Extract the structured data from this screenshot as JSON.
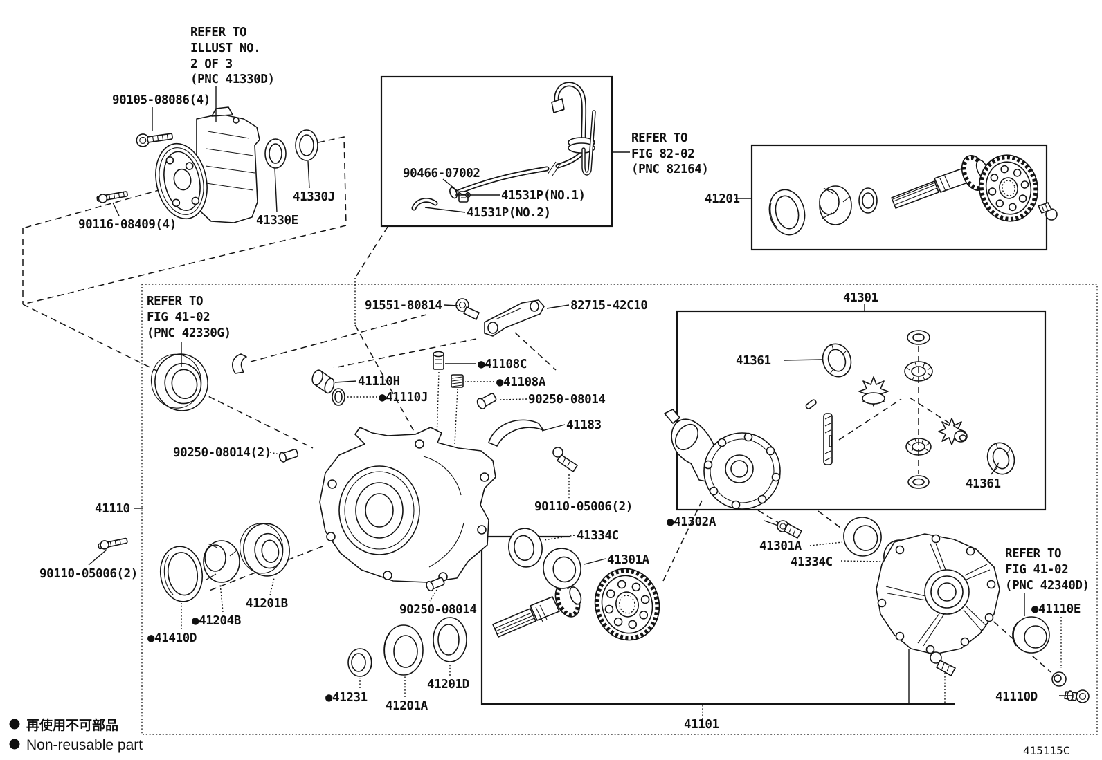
{
  "figure": {
    "code": "415115C"
  },
  "legend": {
    "bullet": "●",
    "jp": "再使用不可部品",
    "en": "Non-reusable part"
  },
  "ref_notes": {
    "illust": {
      "lines": [
        "REFER TO",
        "ILLUST NO.",
        "2 OF 3",
        "(PNC 41330D)"
      ]
    },
    "fig8202": {
      "lines": [
        "REFER TO",
        "FIG 82-02",
        "(PNC 82164)"
      ]
    },
    "fig4102g": {
      "lines": [
        "REFER TO",
        "FIG 41-02",
        "(PNC 42330G)"
      ]
    },
    "fig4102d": {
      "lines": [
        "REFER TO",
        "FIG 41-02",
        "(PNC 42340D)"
      ]
    }
  },
  "parts": {
    "coupling_bolt": "90105-08086(4)",
    "coupling_stud": "90116-08409(4)",
    "seal_41330J": "41330J",
    "seal_41330E": "41330E",
    "clamp_90466": "90466-07002",
    "breather_tube_no1": "41531P(NO.1)",
    "breather_hose_no2": "41531P(NO.2)",
    "final_gear_kit": "41201",
    "bolt_91551": "91551-80814",
    "arm_82715": "82715-42C10",
    "vent_41108C": "●41108C",
    "vent_41108A": "●41108A",
    "plug_41110H": "41110H",
    "ring_41110J": "●41110J",
    "plug_90250_top": "90250-08014",
    "deflector_41183": "41183",
    "plug_90250_left": "90250-08014(2)",
    "carrier_41110": "41110",
    "stud_90110_left": "90110-05006(2)",
    "stud_90110_center": "90110-05006(2)",
    "bearing_41201B": "41201B",
    "nut_41204B": "●41204B",
    "seal_41410D": "●41410D",
    "seal_41231": "●41231",
    "bearing_41201A": "41201A",
    "seal_41201D": "41201D",
    "plug_90250_bottom": "90250-08014",
    "seal_41334C_left": "41334C",
    "bearing_41301A_left": "41301A",
    "diff_case_kit": "41301",
    "washer_41361_left": "41361",
    "washer_41361_right": "41361",
    "bolt_41302A": "●41302A",
    "bearing_41301A_right": "41301A",
    "seal_41334C_right": "41334C",
    "bearing_41110E": "●41110E",
    "bolt_41110D": "41110D",
    "carrier_sub_41101": "41101"
  }
}
